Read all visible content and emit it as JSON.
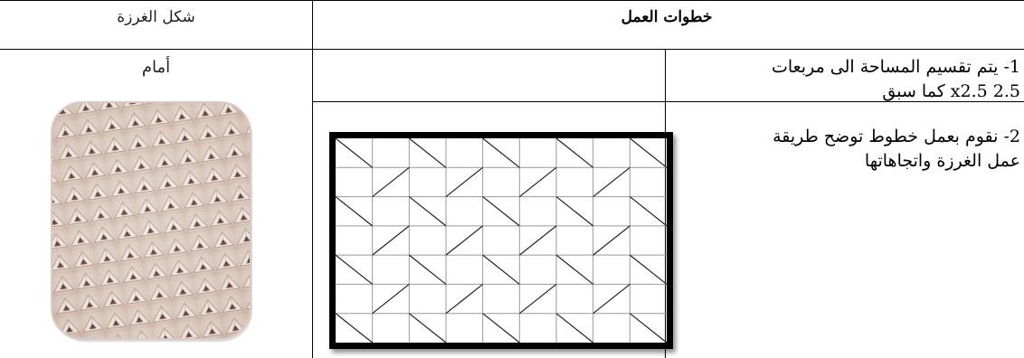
{
  "header": {
    "steps_title": "خطوات العمل",
    "shape_title": "شكل الغرزة"
  },
  "steps": [
    {
      "line1": "1- يتم تقسيم المساحة الى مربعات",
      "line2": "2.5 x2.5 كما سبق"
    },
    {
      "line1": "2- نقوم بعمل خطوط توضح طريقة",
      "line2": "عمل الغرزة واتجاهاتها"
    }
  ],
  "shape": {
    "label": "أمام"
  },
  "diagram": {
    "columns": 9,
    "rows": 7
  }
}
